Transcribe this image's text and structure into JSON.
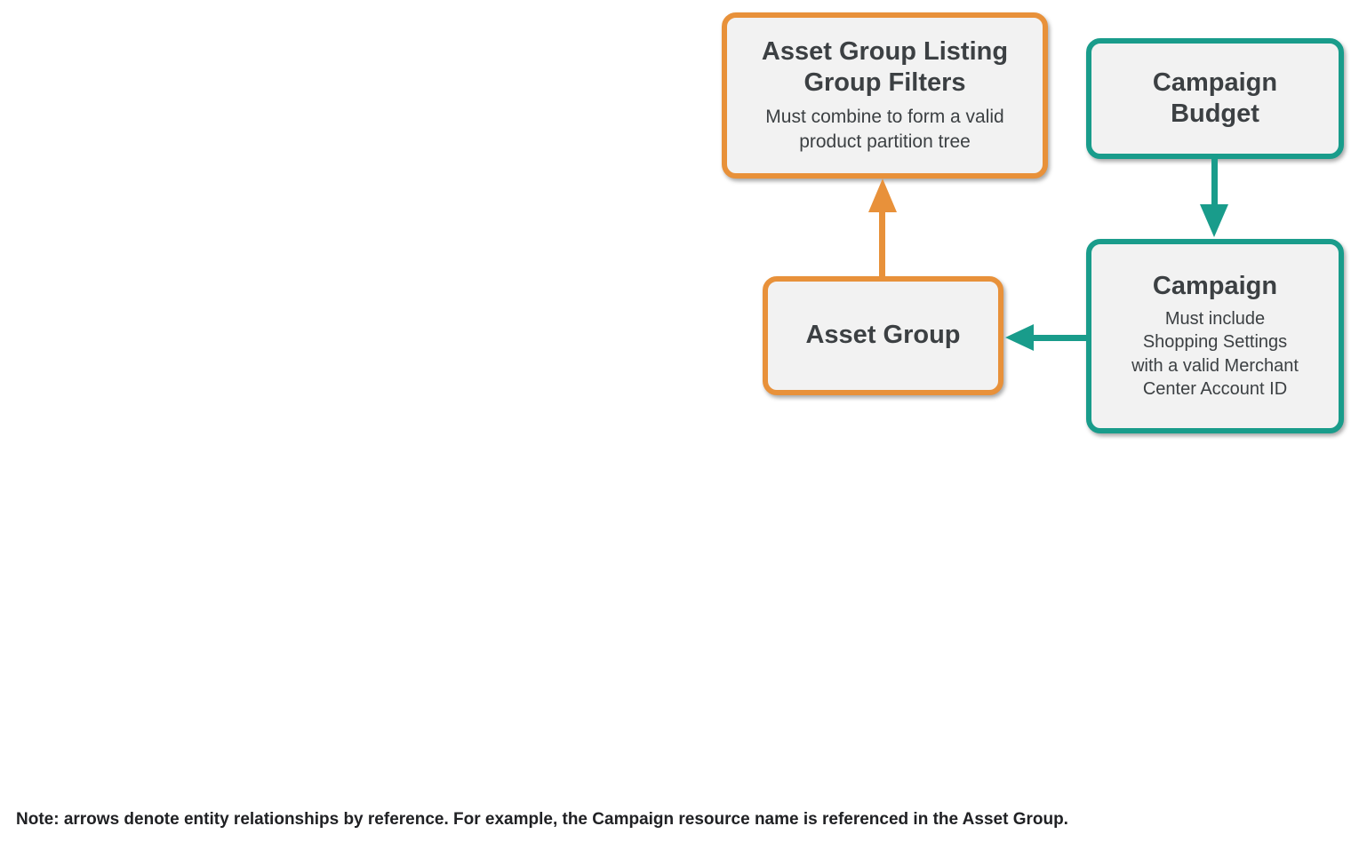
{
  "diagram": {
    "nodes": [
      {
        "id": "asset_group_listing_group_filters",
        "title": "Asset Group Listing\nGroup Filters",
        "subtitle": "Must combine to form a valid\nproduct partition tree",
        "accent": "orange"
      },
      {
        "id": "campaign_budget",
        "title": "Campaign\nBudget",
        "subtitle": "",
        "accent": "teal"
      },
      {
        "id": "asset_group",
        "title": "Asset Group",
        "subtitle": "",
        "accent": "orange"
      },
      {
        "id": "campaign",
        "title": "Campaign",
        "subtitle": "Must include\nShopping Settings\nwith a valid Merchant\nCenter Account ID",
        "accent": "teal"
      }
    ],
    "edges": [
      {
        "from": "asset_group",
        "to": "asset_group_listing_group_filters",
        "color": "orange",
        "direction": "up"
      },
      {
        "from": "campaign_budget",
        "to": "campaign",
        "color": "teal",
        "direction": "down"
      },
      {
        "from": "campaign",
        "to": "asset_group",
        "color": "teal",
        "direction": "left"
      }
    ],
    "colors": {
      "orange": "#E8913A",
      "teal": "#199C8B",
      "node_fill": "#F2F2F2",
      "title_text": "#3C4043",
      "note_text": "#202124"
    }
  },
  "note": "Note: arrows denote entity relationships by reference. For example, the Campaign resource name is referenced in the Asset Group."
}
